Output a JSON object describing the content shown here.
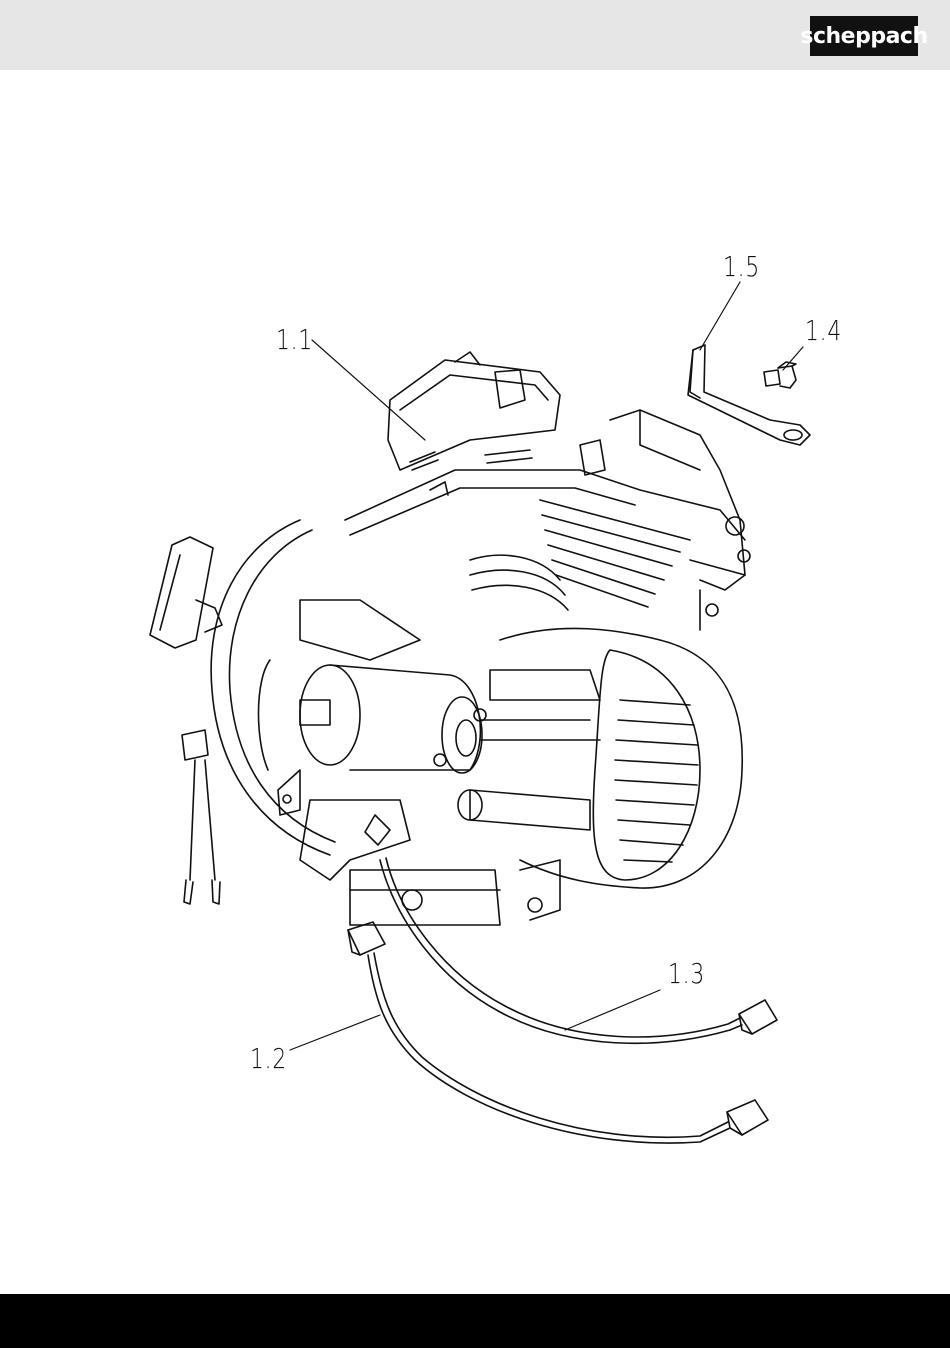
{
  "header": {
    "brand": "scheppach"
  },
  "diagram": {
    "labels": {
      "l1_1": "1.1",
      "l1_2": "1.2",
      "l1_3": "1.3",
      "l1_4": "1.4",
      "l1_5": "1.5"
    }
  }
}
